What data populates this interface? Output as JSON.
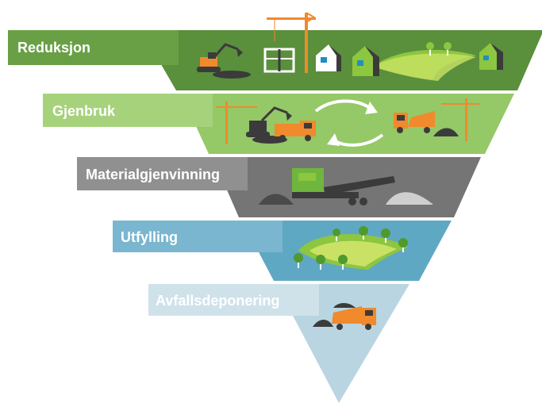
{
  "diagram": {
    "levels": [
      {
        "label": "Reduksjon",
        "band_color": "#5a8f3c",
        "tab_color": "#69a046"
      },
      {
        "label": "Gjenbruk",
        "band_color": "#95c867",
        "tab_color": "#a6d27c"
      },
      {
        "label": "Materialgjenvinning",
        "band_color": "#757575",
        "tab_color": "#909090"
      },
      {
        "label": "Utfylling",
        "band_color": "#5fa8c4",
        "tab_color": "#7ab6cf"
      },
      {
        "label": "Avfallsdeponering",
        "band_color": "#b9d5e2",
        "tab_color": "#cfe2ea"
      }
    ],
    "accent_colors": {
      "machine_orange": "#f08a2c",
      "machine_green": "#6fb63e",
      "dark": "#3b3b3b",
      "tree_green": "#4f9a2c",
      "field_green": "#8dc63f",
      "house_blue": "#1f8fc0"
    },
    "icons": [
      "excavator-icon",
      "construction-crane-icon",
      "house-icon",
      "truck-icon",
      "recycle-arrows-icon",
      "crushing-plant-icon",
      "tree-icon",
      "gravel-pile-icon"
    ]
  }
}
